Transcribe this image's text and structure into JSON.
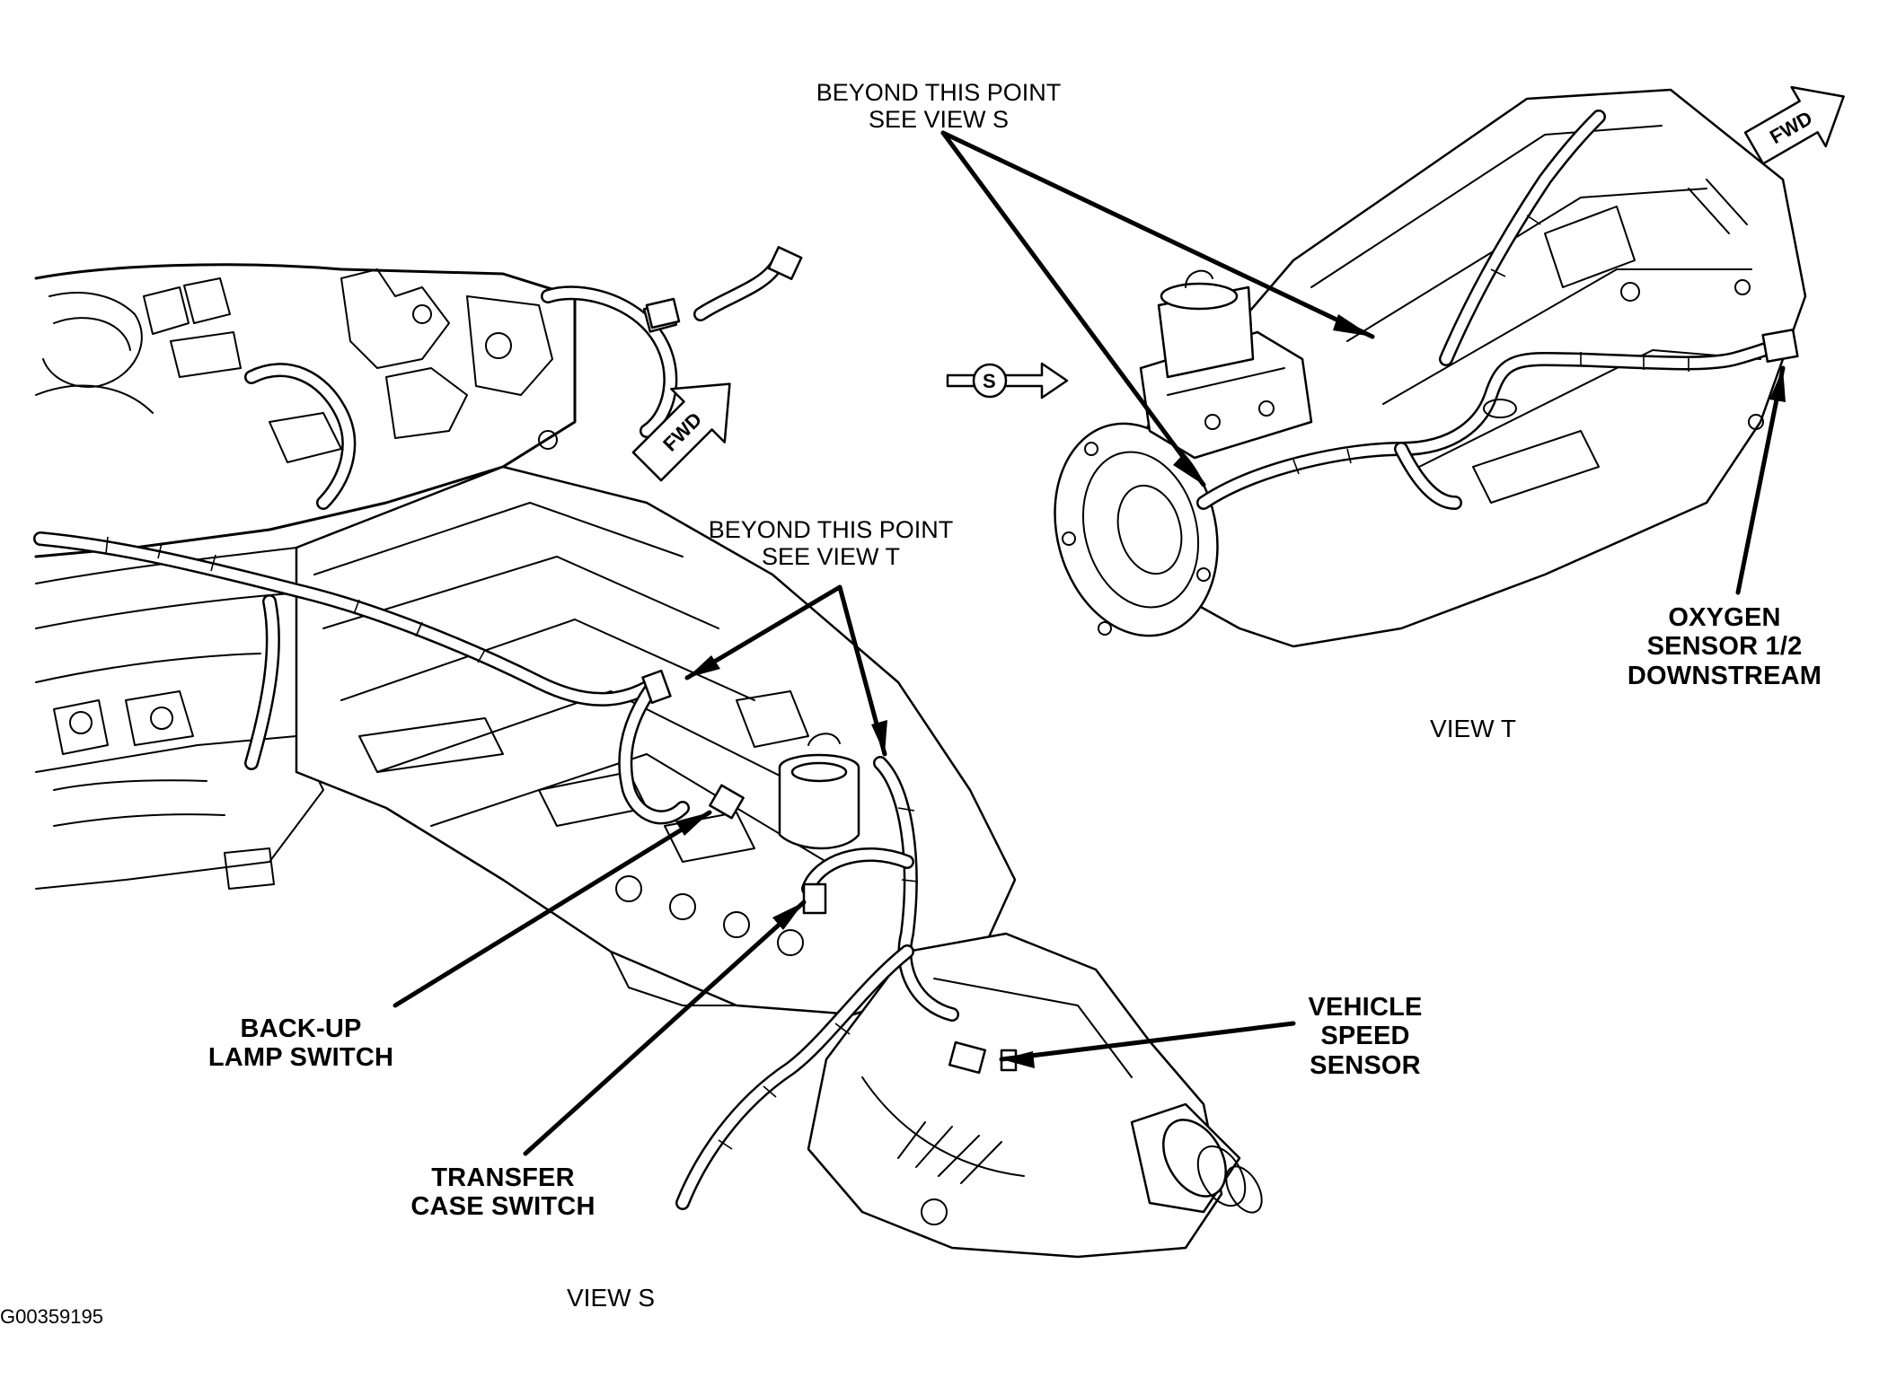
{
  "labels": {
    "beyond_view_s": [
      "BEYOND THIS POINT",
      "SEE VIEW S"
    ],
    "beyond_view_t": [
      "BEYOND THIS POINT",
      "SEE VIEW T"
    ],
    "oxygen_sensor": [
      "OXYGEN",
      "SENSOR 1/2",
      "DOWNSTREAM"
    ],
    "backup_lamp_switch": [
      "BACK-UP",
      "LAMP SWITCH"
    ],
    "vehicle_speed_sensor": [
      "VEHICLE",
      "SPEED",
      "SENSOR"
    ],
    "transfer_case_switch": [
      "TRANSFER",
      "CASE SWITCH"
    ]
  },
  "views": {
    "view_t": "VIEW T",
    "view_s": "VIEW S"
  },
  "glyphs": {
    "fwd": "FWD",
    "view_marker": "S"
  },
  "figure_code": "G00359195"
}
